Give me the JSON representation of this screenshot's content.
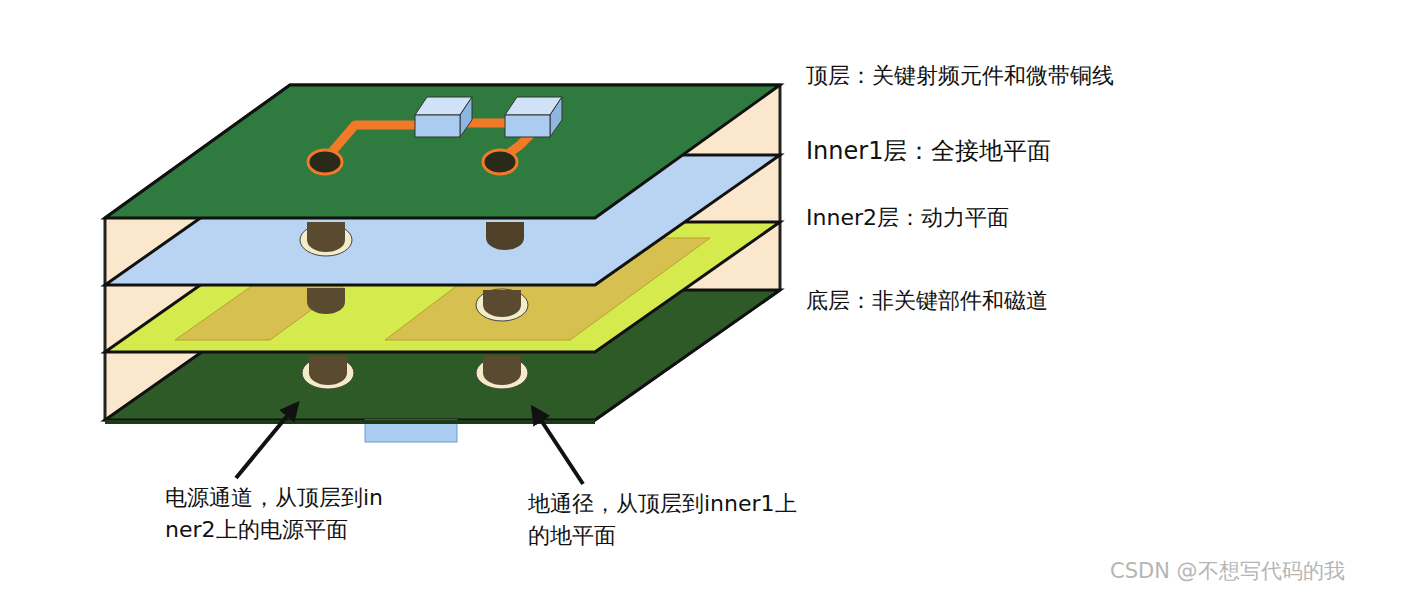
{
  "diagram": {
    "labels": [
      "顶层：关键射频元件和微带铜线",
      "Inner1层：全接地平面",
      "Inner2层：动力平面",
      "底层：非关键部件和磁道",
      "电源通道，从顶层到inner2上的电源平面",
      "地通径，从顶层到inner1上的地平面",
      "CSDN @不想写代码的我"
    ]
  }
}
